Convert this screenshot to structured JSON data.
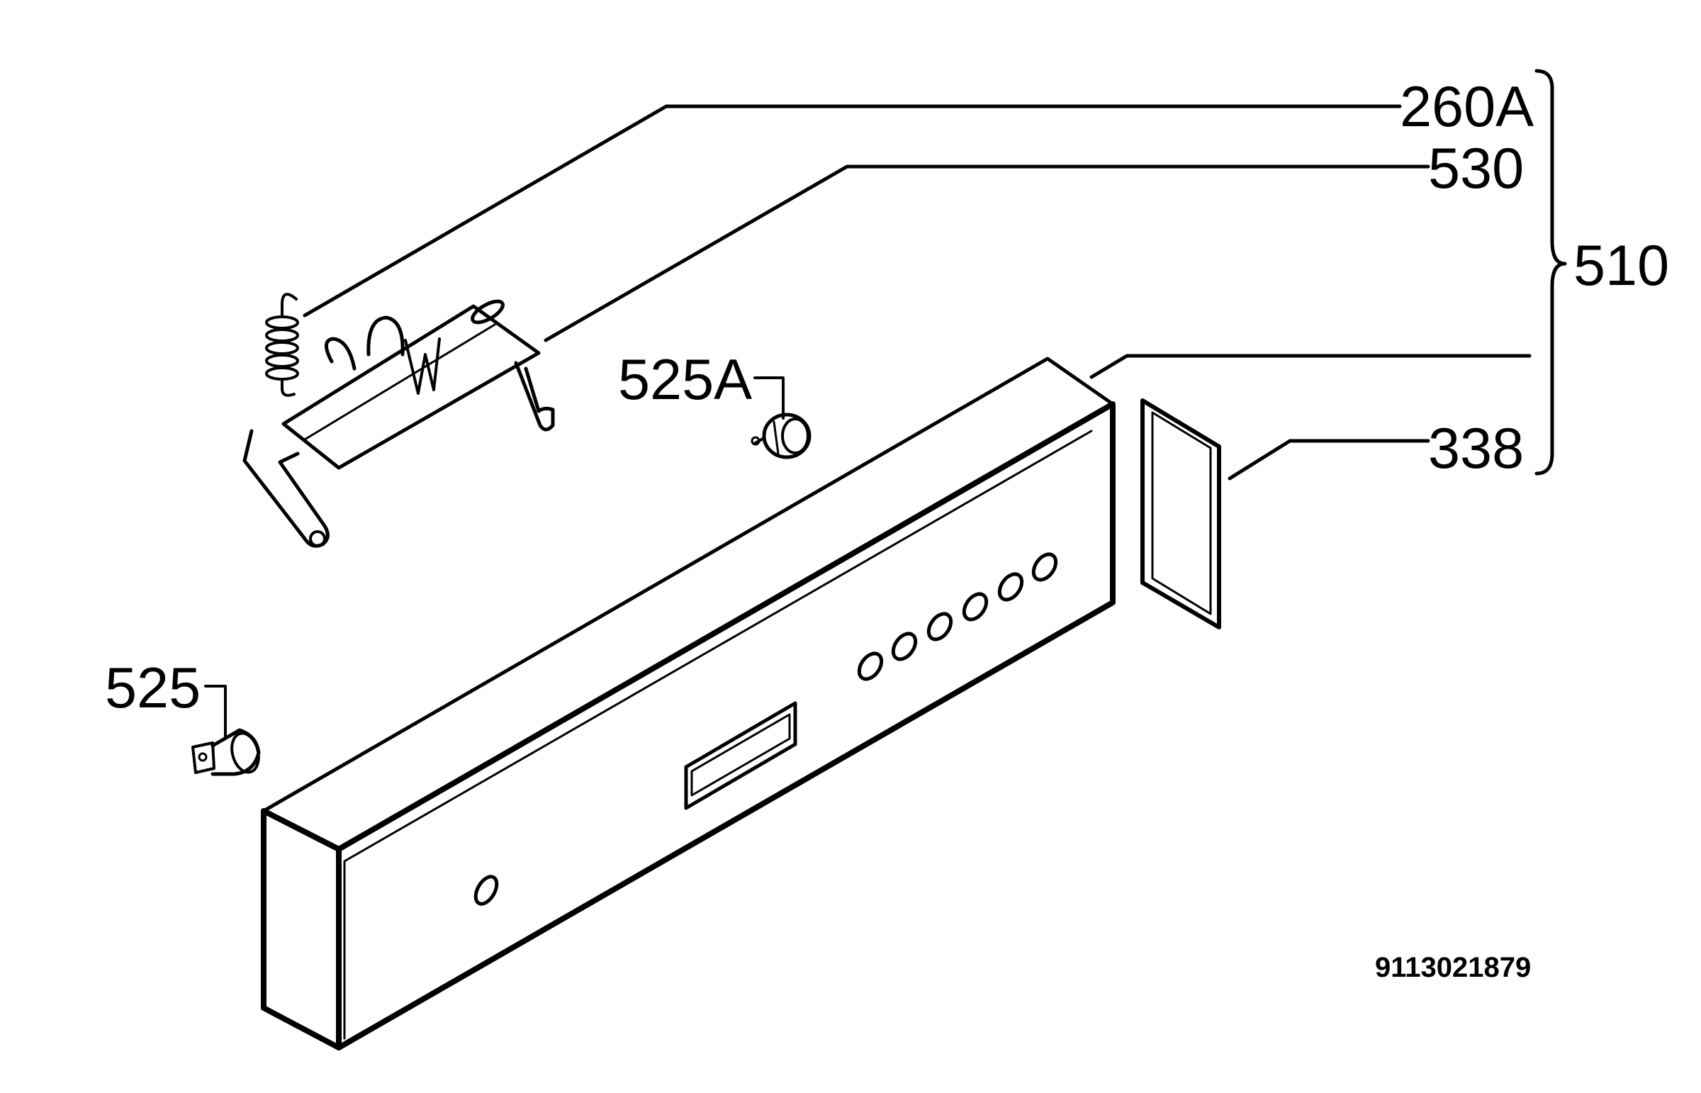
{
  "diagram": {
    "labels": {
      "p260a": "260A",
      "p530": "530",
      "p510": "510",
      "p525a": "525A",
      "p338": "338",
      "p525": "525"
    },
    "doc_number": "9113021879"
  }
}
